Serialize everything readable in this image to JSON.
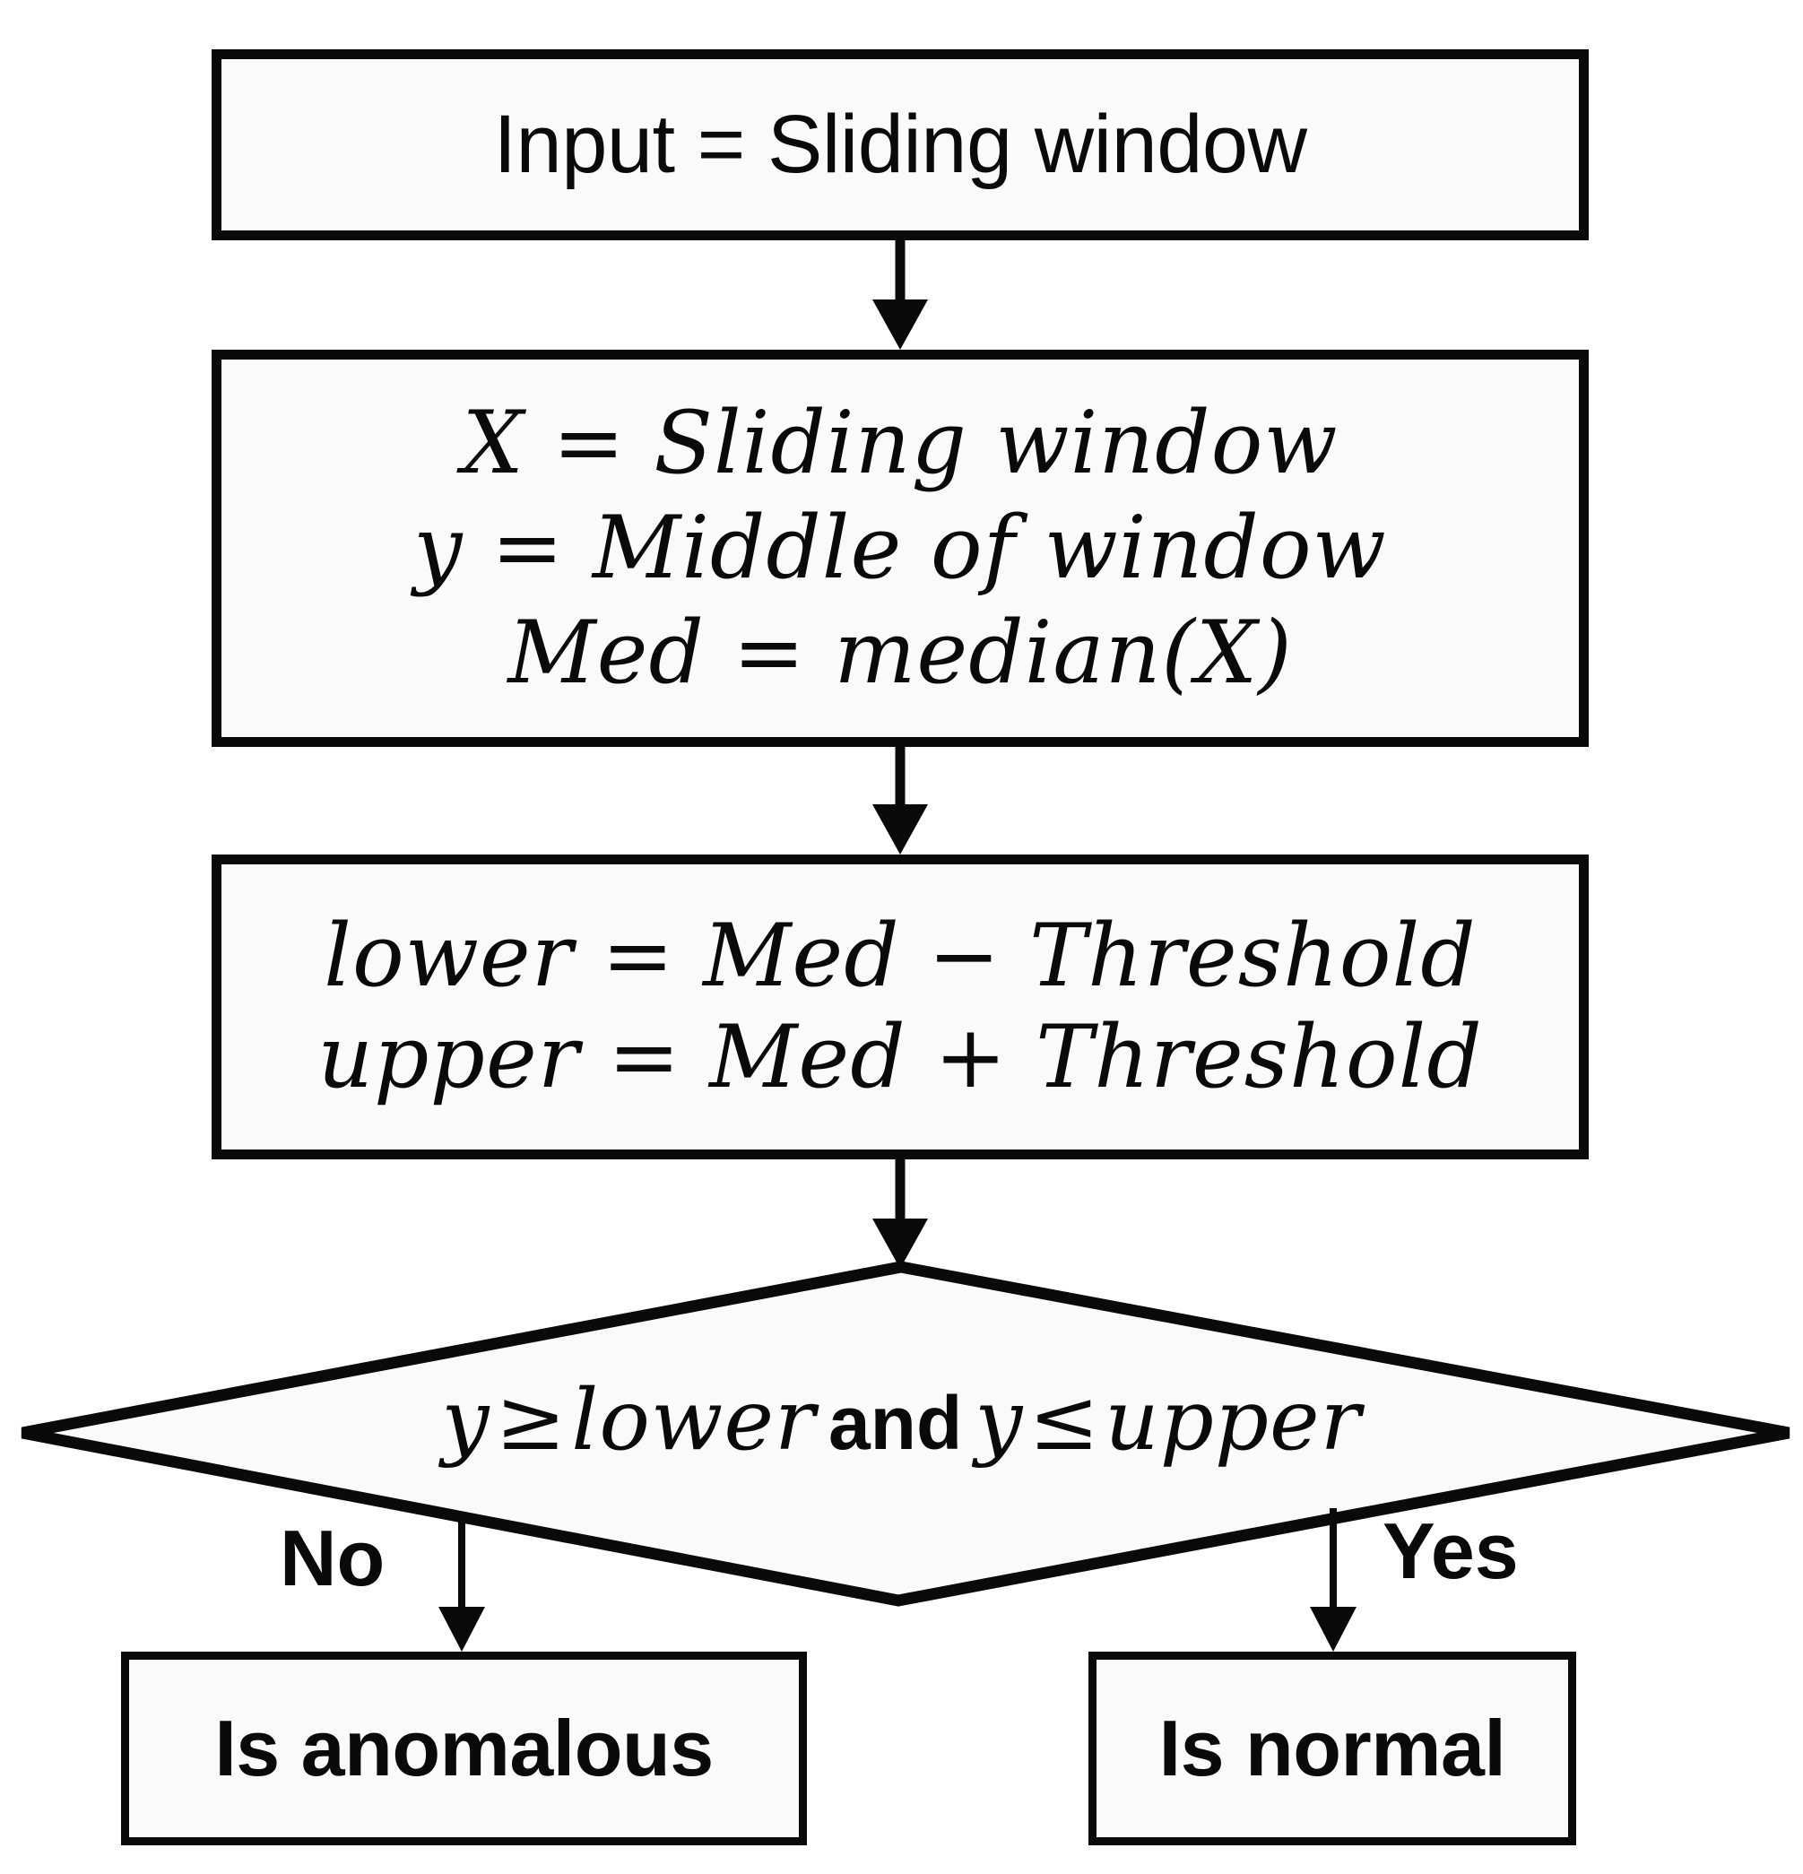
{
  "diagram": {
    "title": "Sliding-window median anomaly detection flowchart",
    "type": "flowchart",
    "colors": {
      "stroke": "#0a0a0a",
      "node_fill": "#fafafa",
      "background": "#ffffff"
    },
    "nodes": {
      "input": {
        "shape": "rectangle",
        "label": "Input = Sliding window"
      },
      "assign": {
        "shape": "rectangle",
        "lines": [
          "X = Sliding window",
          "y = Middle of window",
          "Med = median(X)"
        ]
      },
      "bounds": {
        "shape": "rectangle",
        "lines": [
          "lower = Med − Threshold",
          "upper = Med + Threshold"
        ]
      },
      "decision": {
        "shape": "diamond",
        "condition_parts": {
          "lhs_var": "y",
          "lhs_op": "≥",
          "lhs_bound": "lower",
          "conjunction": "and",
          "rhs_var": "y",
          "rhs_op": "≤",
          "rhs_bound": "upper"
        },
        "condition_text": "y ≥ lower and y ≤ upper"
      },
      "anomalous": {
        "shape": "rectangle",
        "label": "Is anomalous"
      },
      "normal": {
        "shape": "rectangle",
        "label": "Is normal"
      }
    },
    "edges": {
      "no_label": "No",
      "yes_label": "Yes"
    }
  }
}
